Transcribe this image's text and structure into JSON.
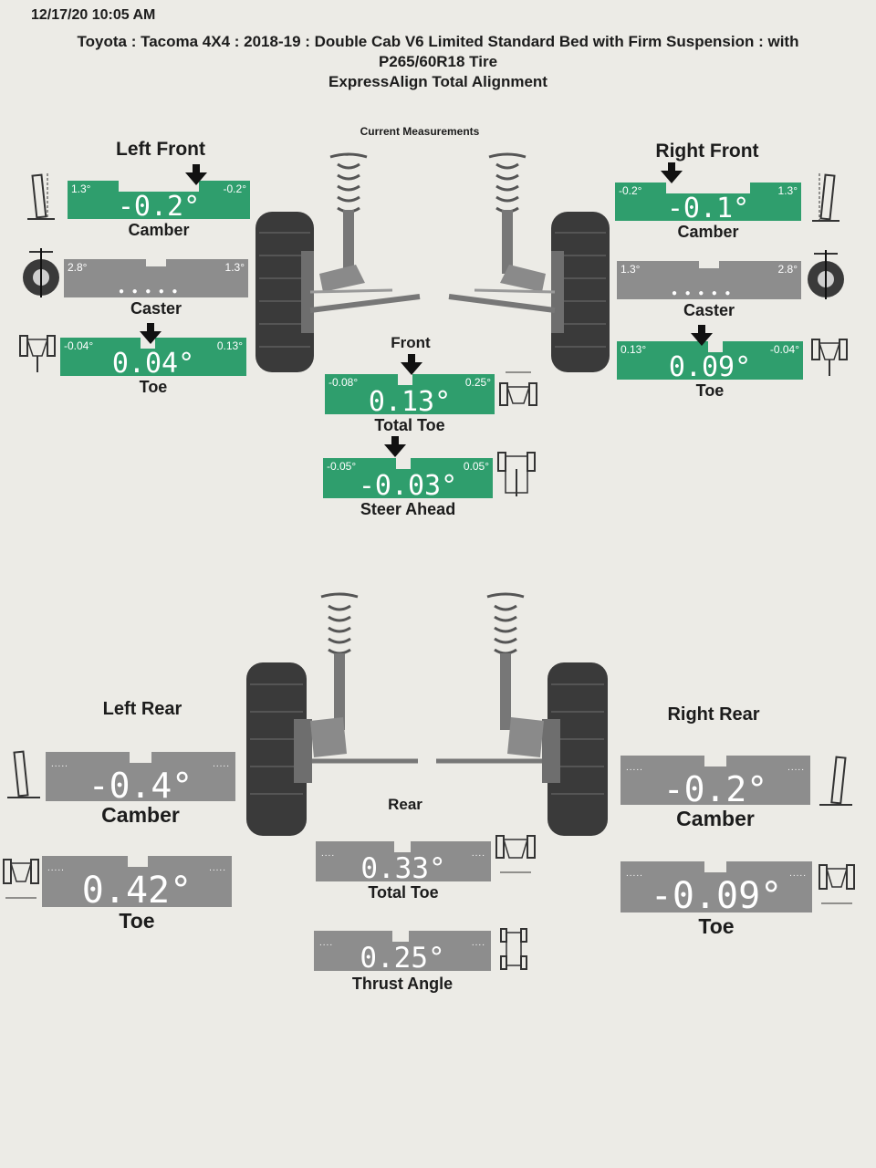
{
  "header": {
    "timestamp": "12/17/20 10:05 AM",
    "vehicle_line1": "Toyota : Tacoma 4X4 : 2018-19 : Double Cab V6 Limited Standard Bed with Firm Suspension : with",
    "vehicle_line2": "P265/60R18 Tire",
    "service": "ExpressAlign Total Alignment"
  },
  "section_title": "Current Measurements",
  "front": {
    "left_title": "Left Front",
    "right_title": "Right Front",
    "center_title": "Front",
    "left_camber": {
      "label": "Camber",
      "min": "1.3°",
      "max": "-0.2°",
      "value": "-0.2°"
    },
    "left_caster": {
      "label": "Caster",
      "min": "2.8°",
      "max": "1.3°",
      "value": ""
    },
    "left_toe": {
      "label": "Toe",
      "min": "-0.04°",
      "max": "0.13°",
      "value": "0.04°"
    },
    "right_camber": {
      "label": "Camber",
      "min": "-0.2°",
      "max": "1.3°",
      "value": "-0.1°"
    },
    "right_caster": {
      "label": "Caster",
      "min": "1.3°",
      "max": "2.8°",
      "value": ""
    },
    "right_toe": {
      "label": "Toe",
      "min": "0.13°",
      "max": "-0.04°",
      "value": "0.09°"
    },
    "total_toe": {
      "label": "Total Toe",
      "min": "-0.08°",
      "max": "0.25°",
      "value": "0.13°"
    },
    "steer_ahead": {
      "label": "Steer Ahead",
      "min": "-0.05°",
      "max": "0.05°",
      "value": "-0.03°"
    }
  },
  "rear": {
    "left_title": "Left Rear",
    "right_title": "Right Rear",
    "center_title": "Rear",
    "left_camber": {
      "label": "Camber",
      "value": "-0.4°"
    },
    "left_toe": {
      "label": "Toe",
      "value": "0.42°"
    },
    "right_camber": {
      "label": "Camber",
      "value": "-0.2°"
    },
    "right_toe": {
      "label": "Toe",
      "value": "-0.09°"
    },
    "total_toe": {
      "label": "Total Toe",
      "value": "0.33°"
    },
    "thrust_angle": {
      "label": "Thrust Angle",
      "value": "0.25°"
    }
  },
  "colors": {
    "in_spec": "#2f9e6d",
    "no_spec": "#8d8d8d",
    "paper": "#ecebe6"
  }
}
